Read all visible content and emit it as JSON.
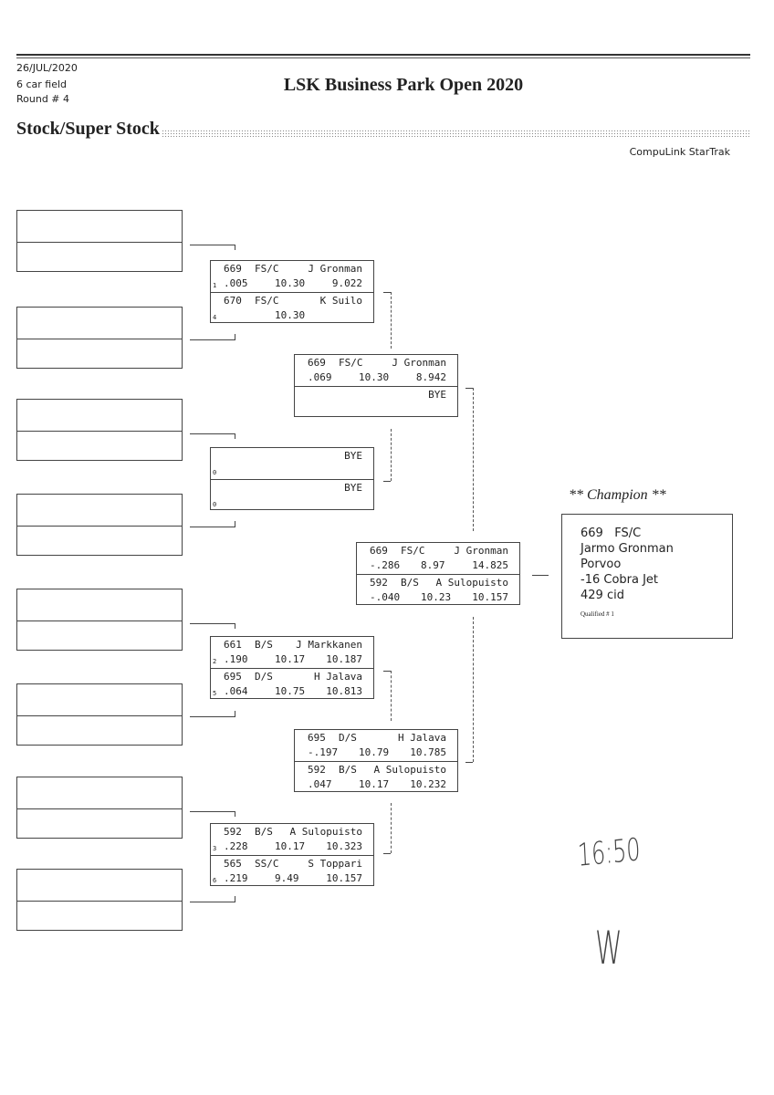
{
  "header": {
    "date": "26/JUL/2020",
    "field": "6 car field",
    "round": "Round # 4",
    "title": "LSK Business Park Open 2020",
    "class_title": "Stock/Super Stock",
    "brand": "CompuLink StarTrak"
  },
  "matches": [
    {
      "id": "r1m1",
      "lanes": [
        {
          "car": "669",
          "cls": "FS/C",
          "name": "J Gronman",
          "seed": "1",
          "rt": ".005",
          "dial": "10.30",
          "et": "9.022"
        },
        {
          "car": "670",
          "cls": "FS/C",
          "name": "K Suilo",
          "seed": "4",
          "rt": "",
          "dial": "10.30",
          "et": ""
        }
      ]
    },
    {
      "id": "r1m2",
      "lanes": [
        {
          "car": "",
          "cls": "",
          "name": "BYE",
          "seed": "0",
          "rt": "",
          "dial": "",
          "et": ""
        },
        {
          "car": "",
          "cls": "",
          "name": "BYE",
          "seed": "0",
          "rt": "",
          "dial": "",
          "et": ""
        }
      ]
    },
    {
      "id": "r1m3",
      "lanes": [
        {
          "car": "661",
          "cls": "B/S",
          "name": "J Markkanen",
          "seed": "2",
          "rt": ".190",
          "dial": "10.17",
          "et": "10.187"
        },
        {
          "car": "695",
          "cls": "D/S",
          "name": "H Jalava",
          "seed": "5",
          "rt": ".064",
          "dial": "10.75",
          "et": "10.813"
        }
      ]
    },
    {
      "id": "r1m4",
      "lanes": [
        {
          "car": "592",
          "cls": "B/S",
          "name": "A Sulopuisto",
          "seed": "3",
          "rt": ".228",
          "dial": "10.17",
          "et": "10.323"
        },
        {
          "car": "565",
          "cls": "SS/C",
          "name": "S Toppari",
          "seed": "6",
          "rt": ".219",
          "dial": "9.49",
          "et": "10.157"
        }
      ]
    },
    {
      "id": "r2m1",
      "lanes": [
        {
          "car": "669",
          "cls": "FS/C",
          "name": "J Gronman",
          "seed": "",
          "rt": ".069",
          "dial": "10.30",
          "et": "8.942"
        },
        {
          "car": "",
          "cls": "",
          "name": "BYE",
          "seed": "",
          "rt": "",
          "dial": "",
          "et": ""
        }
      ]
    },
    {
      "id": "r2m2",
      "lanes": [
        {
          "car": "695",
          "cls": "D/S",
          "name": "H Jalava",
          "seed": "",
          "rt": "-.197",
          "dial": "10.79",
          "et": "10.785"
        },
        {
          "car": "592",
          "cls": "B/S",
          "name": "A Sulopuisto",
          "seed": "",
          "rt": ".047",
          "dial": "10.17",
          "et": "10.232"
        }
      ]
    },
    {
      "id": "final",
      "lanes": [
        {
          "car": "669",
          "cls": "FS/C",
          "name": "J Gronman",
          "seed": "",
          "rt": "-.286",
          "dial": "8.97",
          "et": "14.825"
        },
        {
          "car": "592",
          "cls": "B/S",
          "name": "A Sulopuisto",
          "seed": "",
          "rt": "-.040",
          "dial": "10.23",
          "et": "10.157"
        }
      ]
    }
  ],
  "champion": {
    "heading": "** Champion **",
    "car": "669   FS/C",
    "driver": "Jarmo Gronman",
    "city": "Porvoo",
    "vehicle": "-16 Cobra Jet",
    "engine": "429 cid",
    "qualified": "Qualified # 1"
  },
  "handwriting": {
    "time": "16:50",
    "initials": "W"
  }
}
